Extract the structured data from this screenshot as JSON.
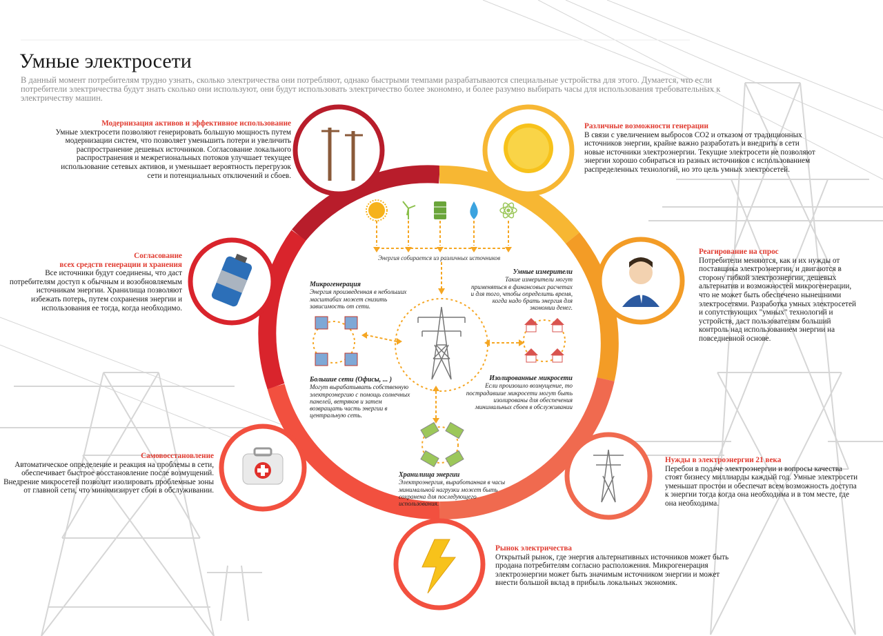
{
  "title": "Умные электросети",
  "intro": "В данный момент потребителям трудно узнать, сколько электричества они потребляют, однако быстрыми темпами разрабатываются специальные устройства для этого. Думается, что если потребители электричества будут знать сколько они используют, они будут использовать электричество более экономно, и более разумно выбирать часы для использования требовательных к электричеству машин.",
  "sections": {
    "modernization": {
      "heading": "Модернизация активов и эффективное использование",
      "text": "Умные электросети позволяют генерировать большую мощность путем модернизации систем, что позволяет уменьшить потери и увеличить распространение дешевых источников. Согласование локального распространения и межрегиональных потоков улучшает текущее использование сетевых активов, и уменьшает вероятность перегрузок сети и потенциальных отключений и сбоев."
    },
    "generation": {
      "heading": "Различные возможности генерации",
      "text": "В связи с увеличением выбросов CO2 и отказом от традиционных источников энергии, крайне важно разработать и внедрить в сети новые источники электроэнергии. Текущие электросети не позволяют энергии хорошо собираться из разных источников с использованием распределенных технологий, но это цель умных электросетей."
    },
    "coordination": {
      "heading": "Согласование всех средств генерации и хранения",
      "heading_line1": "Согласование",
      "heading_line2": "всех средств генерации и хранения",
      "text": "Все источники будут соединены, что даст потребителям доступ к обычным и возобновляемым источникам энергии. Хранилища позволяют избежать потерь, путем сохранения энергии и использования ее тогда, когда необходимо."
    },
    "demand": {
      "heading": "Реагирование на спрос",
      "text": "Потребители меняются, как и их нужды от поставщика электроэнергии, и двигаются в сторону гибкой электроэнергии, дешевых альтернатив и возможностей микрогенерации, что не может быть обеспечено нынешними электросетями. Разработка умных электросетей и сопутствующих \"умных\" технологий и устройств, даст пользователям больший контроль над использованием энергии на повседневной основе."
    },
    "selfheal": {
      "heading": "Самовосстановление",
      "text": "Автоматическое определение и реакция на проблемы в сети, обеспечивает быстрое восстановление после возмущений. Внедрение микросетей позволит изолировать проблемные зоны от главной сети, что минимизирует сбои в обслуживании."
    },
    "needs21": {
      "heading": "Нужды в электроэнергии 21 века",
      "text": "Перебои в подаче электроэнергии и вопросы качества стоят бизнесу миллиарды каждый год. Умные электросети уменьшат простои и обеспечат всем возможность доступа к энергии тогда когда она необходима и в том месте, где она необходима."
    },
    "market": {
      "heading": "Рынок электричества",
      "text": "Открытый рынок, где энергия альтернативных источников может быть продана потребителям согласно расположения. Микрогенерация электроэнергии может быть значимым источником энергии и может внести большой вклад в прибыль локальных экономик."
    }
  },
  "center": {
    "sources_label": "Энергия собирается из различных источников",
    "microgeneration": {
      "heading": "Микрогенерация",
      "text": "Энергия произведенная в небольших масштабах может снизить зависимость от сети."
    },
    "smart_meters": {
      "heading": "Умные измерители",
      "text": "Такие измерители могут применяться в финансовых расчетах и для того, чтобы определить время, когда надо брать энергия для экономии денег."
    },
    "big_grids": {
      "heading": "Большие сети (Офисы, ... )",
      "text": "Могут вырабатывать собственную электроэнергию с помощь солнечных панелей, ветряков и затем возвращать часть энергии в центральную сеть."
    },
    "isolated": {
      "heading": "Изолированные микросети",
      "text": "Если произошло возмущение, то пострадавшие микросети могут быть изолированы для обеспечения минимальных сбоев в обслуживании"
    },
    "storage": {
      "heading": "Хранилища энергии",
      "text": "Электроэнергия, выработанная в часы минимальной нагрузки может быть сохранена для последующего использования."
    }
  },
  "icons": {
    "source_icons": [
      "sun-icon",
      "wind-turbine-icon",
      "fuel-barrel-icon",
      "water-drop-icon",
      "atom-icon"
    ],
    "node_icons": [
      "utility-poles-icon",
      "sun-icon",
      "battery-icon",
      "person-icon",
      "first-aid-kit-icon",
      "pylon-icon",
      "lightning-icon"
    ]
  },
  "colors": {
    "heading_red": "#e03a2f",
    "ring_dark_red": "#b81d2b",
    "ring_red": "#d9242c",
    "ring_orange": "#f39c26",
    "ring_yellow": "#f7b733",
    "ring_coral": "#f06a4f",
    "arrow_orange": "#f5a623"
  }
}
